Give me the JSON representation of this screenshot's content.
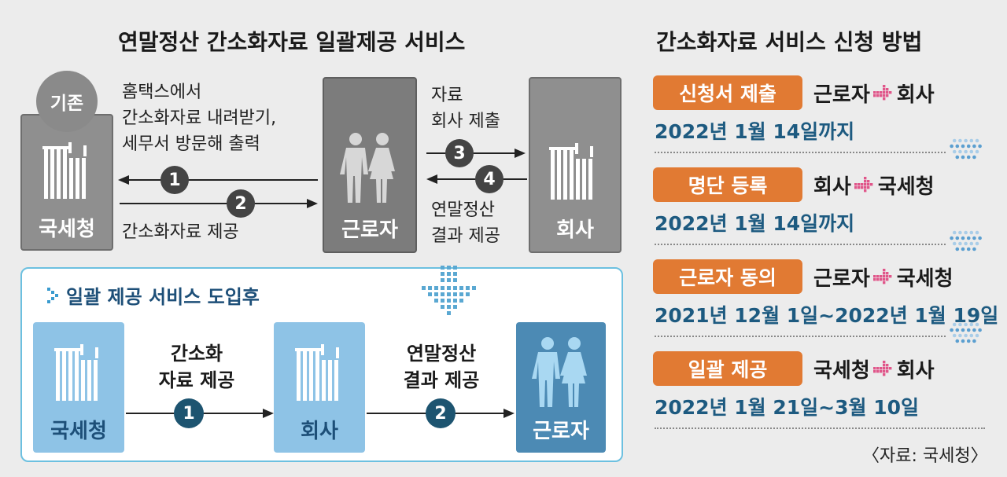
{
  "left": {
    "title": "연말정산 간소화자료 일괄제공 서비스",
    "existing_badge": "기존",
    "nts_label": "국세청",
    "worker_label": "근로자",
    "company_label": "회사",
    "desc_1": "홈택스에서",
    "desc_2": "간소화자료 내려받기,",
    "desc_3": "세무서 방문해 출력",
    "desc_provide": "간소화자료 제공",
    "right_desc_1": "자료",
    "right_desc_2": "회사 제출",
    "right_desc_3": "연말정산",
    "right_desc_4": "결과 제공",
    "steps": [
      "1",
      "2",
      "3",
      "4"
    ]
  },
  "after": {
    "heading": "일괄 제공 서비스 도입후",
    "nts_label": "국세청",
    "company_label": "회사",
    "worker_label": "근로자",
    "step1_line1": "간소화",
    "step1_line2": "자료 제공",
    "step2_line1": "연말정산",
    "step2_line2": "결과 제공",
    "steps": [
      "1",
      "2"
    ]
  },
  "right": {
    "title": "간소화자료 서비스 신청 방법",
    "items": [
      {
        "label": "신청서 제출",
        "from": "근로자",
        "to": "회사",
        "date": "2022년 1월 14일까지"
      },
      {
        "label": "명단 등록",
        "from": "회사",
        "to": "국세청",
        "date": "2022년 1월 14일까지"
      },
      {
        "label": "근로자 동의",
        "from": "근로자",
        "to": "국세청",
        "date": "2021년 12월 1일~2022년 1월 19일"
      },
      {
        "label": "일괄 제공",
        "from": "국세청",
        "to": "회사",
        "date": "2022년 1월 21일~3월 10일"
      }
    ],
    "source": "〈자료: 국세청〉"
  },
  "colors": {
    "orange": "#e17a33",
    "date_blue": "#1d5a80",
    "panel_border": "#6cc0e0",
    "arrow_pink": "#e0568a"
  },
  "icons": [
    "building-icon",
    "worker-couple-icon",
    "pink-arrow-icon",
    "dot-arrow-icon",
    "chevron-right-icon"
  ]
}
